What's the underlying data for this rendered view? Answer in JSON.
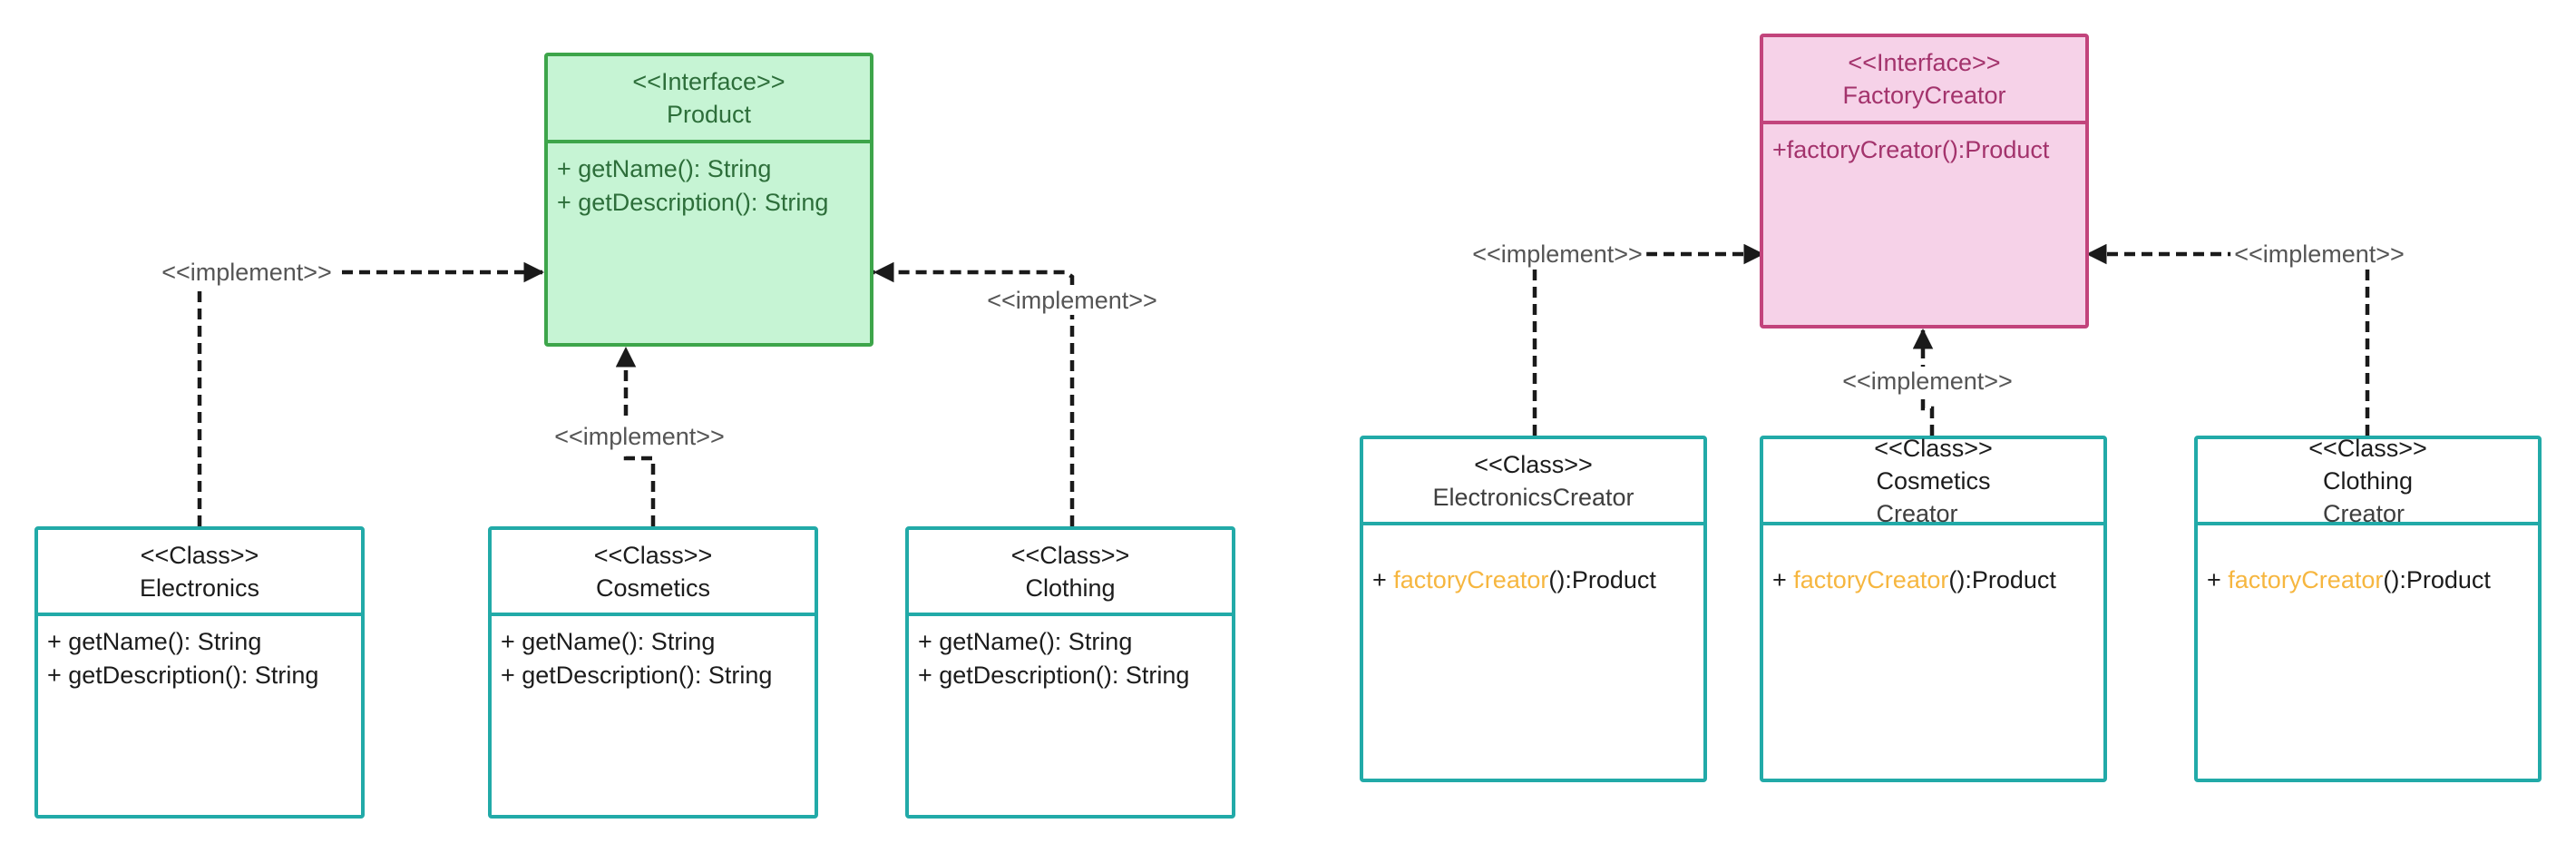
{
  "diagram": {
    "interfaces": [
      {
        "id": "product",
        "stereotype": "<<Interface>>",
        "name": "Product",
        "methods": [
          "+ getName(): String",
          "+ getDescription(): String"
        ],
        "color": "#3da54a",
        "fill": "#c6f4d4"
      },
      {
        "id": "factory-creator",
        "stereotype": "<<Interface>>",
        "name": "FactoryCreator",
        "methods": [
          "+factoryCreator():Product"
        ],
        "color": "#c2447c",
        "fill": "#f6d2e8"
      }
    ],
    "classes": [
      {
        "id": "electronics",
        "stereotype": "<<Class>>",
        "name": "Electronics",
        "methods": [
          "+ getName(): String",
          "+ getDescription(): String"
        ]
      },
      {
        "id": "cosmetics",
        "stereotype": "<<Class>>",
        "name": "Cosmetics",
        "methods": [
          "+ getName(): String",
          "+ getDescription(): String"
        ]
      },
      {
        "id": "clothing",
        "stereotype": "<<Class>>",
        "name": "Clothing",
        "methods": [
          "+ getName(): String",
          "+ getDescription(): String"
        ]
      },
      {
        "id": "electronics-creator",
        "stereotype": "<<Class>>",
        "name": "ElectronicsCreator",
        "method": {
          "prefix": "+ ",
          "highlight": "factoryCreator",
          "suffix": "():Product"
        }
      },
      {
        "id": "cosmetics-creator",
        "stereotype": "<<Class>>",
        "name_parts": {
          "main": "Cosmetics",
          "rest": "Creator"
        },
        "method": {
          "prefix": "+ ",
          "highlight": "factoryCreator",
          "suffix": "():Product"
        }
      },
      {
        "id": "clothing-creator",
        "stereotype": "<<Class>>",
        "name_parts": {
          "main": "Clothing",
          "rest": "Creator"
        },
        "method": {
          "prefix": "+ ",
          "highlight": "factoryCreator",
          "suffix": "():Product"
        }
      }
    ],
    "relations": [
      {
        "from": "electronics",
        "to": "product",
        "label": "<<implement>>"
      },
      {
        "from": "cosmetics",
        "to": "product",
        "label": "<<implement>>"
      },
      {
        "from": "clothing",
        "to": "product",
        "label": "<<implement>>"
      },
      {
        "from": "electronics-creator",
        "to": "factory-creator",
        "label": "<<implement>>"
      },
      {
        "from": "cosmetics-creator",
        "to": "factory-creator",
        "label": "<<implement>>"
      },
      {
        "from": "clothing-creator",
        "to": "factory-creator",
        "label": "<<implement>>"
      }
    ],
    "colors": {
      "class_border": "#22aaa8",
      "method_highlight": "#f6b63f",
      "connector": "#1a1a1a"
    }
  }
}
